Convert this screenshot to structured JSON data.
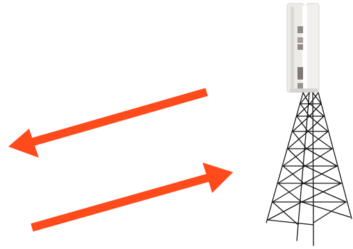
{
  "colors": {
    "arrow": "#ff4a1c",
    "tower": "#111111",
    "antenna_body": "#ecebe8",
    "antenna_shade": "#cfcac4",
    "background": "#ffffff"
  },
  "arrows": [
    {
      "name": "outgoing-signal-arrow",
      "direction": "left",
      "icon": "arrow-left-icon"
    },
    {
      "name": "incoming-signal-arrow",
      "direction": "right",
      "icon": "arrow-right-icon"
    }
  ],
  "tower": {
    "icon": "lattice-tower-icon",
    "antenna": "panel-antenna-icon"
  }
}
